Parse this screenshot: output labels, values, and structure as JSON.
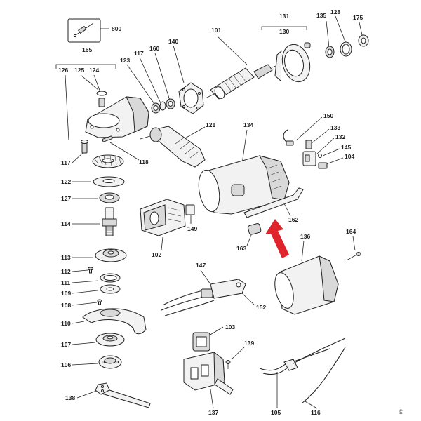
{
  "labels": {
    "p800": "800",
    "p165": "165",
    "p101": "101",
    "p131": "131",
    "p130": "130",
    "p135": "135",
    "p128": "128",
    "p175": "175",
    "p126": "126",
    "p125": "125",
    "p124": "124",
    "p123": "123",
    "p117a": "117",
    "p160": "160",
    "p140": "140",
    "p121": "121",
    "p134": "134",
    "p150": "150",
    "p133": "133",
    "p132": "132",
    "p145": "145",
    "p104": "104",
    "p117b": "117",
    "p118": "118",
    "p122": "122",
    "p127": "127",
    "p114": "114",
    "p102": "102",
    "p149": "149",
    "p162": "162",
    "p163": "163",
    "p136": "136",
    "p164": "164",
    "p113": "113",
    "p112": "112",
    "p111": "111",
    "p109": "109",
    "p108": "108",
    "p110": "110",
    "p107": "107",
    "p106": "106",
    "p147": "147",
    "p152": "152",
    "p103": "103",
    "p139": "139",
    "p137": "137",
    "p138": "138",
    "p105": "105",
    "p116": "116"
  },
  "copyright_symbol": "©",
  "colors": {
    "arrow": "#e0242b",
    "line": "#222222"
  }
}
